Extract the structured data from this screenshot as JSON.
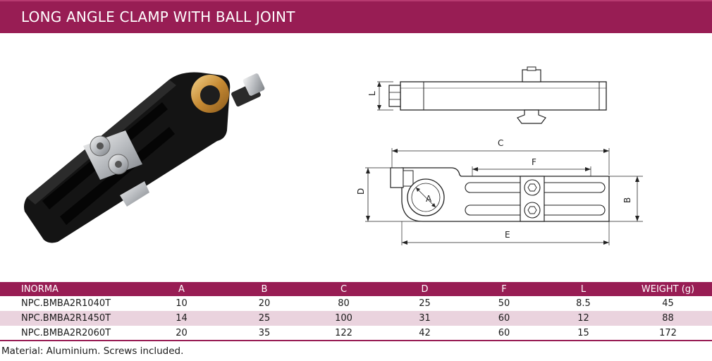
{
  "header": {
    "title": "LONG ANGLE CLAMP WITH BALL JOINT"
  },
  "drawing": {
    "side_labels": {
      "L": "L"
    },
    "top_labels": {
      "C": "C",
      "F": "F",
      "A": "A",
      "D": "D",
      "B": "B",
      "E": "E"
    }
  },
  "table": {
    "columns": [
      "INORMA",
      "A",
      "B",
      "C",
      "D",
      "F",
      "L",
      "WEIGHT (g)"
    ],
    "rows": [
      [
        "NPC.BMBA2R1040T",
        "10",
        "20",
        "80",
        "25",
        "50",
        "8.5",
        "45"
      ],
      [
        "NPC.BMBA2R1450T",
        "14",
        "25",
        "100",
        "31",
        "60",
        "12",
        "88"
      ],
      [
        "NPC.BMBA2R2060T",
        "20",
        "35",
        "122",
        "42",
        "60",
        "15",
        "172"
      ]
    ]
  },
  "footer": {
    "note": "Material: Aluminium. Screws included."
  },
  "colors": {
    "brand": "#981d54",
    "row_alt": "#ead3de"
  }
}
